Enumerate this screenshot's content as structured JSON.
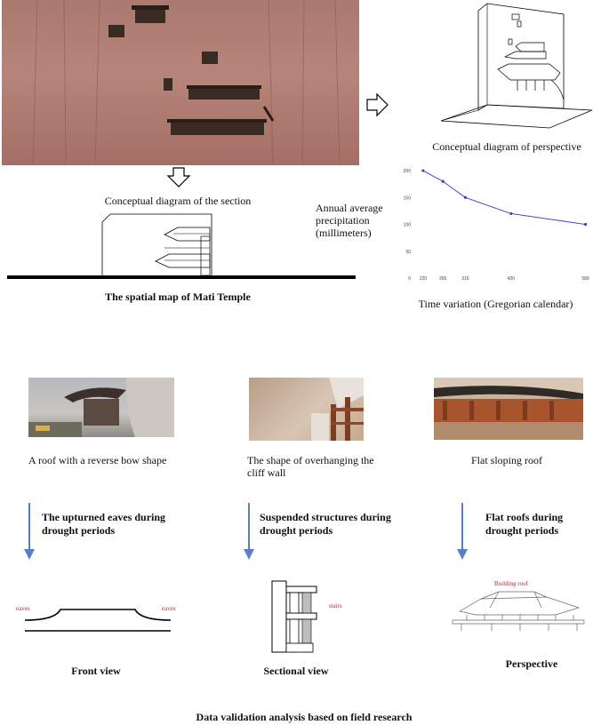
{
  "top": {
    "section_caption": "Conceptual diagram of the section",
    "perspective_caption": "Conceptual diagram of perspective",
    "spatial_map_caption": "The spatial map of Mati Temple"
  },
  "chart_data": {
    "type": "line",
    "title": "",
    "ylabel": "Annual average precipitation (millimeters)",
    "xlabel": "Time variation (Gregorian calendar)",
    "x": [
      220,
      265,
      316,
      420,
      589
    ],
    "values": [
      200,
      180,
      150,
      120,
      100
    ],
    "xticks": [
      "220",
      "265",
      "316",
      "420",
      "589"
    ],
    "yticks": [
      "0",
      "50",
      "100",
      "150",
      "200"
    ],
    "ylim": [
      0,
      210
    ],
    "xlim": [
      200,
      600
    ],
    "grid": false,
    "line_color": "#3b3bd6"
  },
  "cases": [
    {
      "caption": "A roof with a reverse bow shape",
      "finding": "The upturned eaves during drought periods",
      "view_label": "Front view",
      "annotation_left": "eaves",
      "annotation_right": "eaves"
    },
    {
      "caption": "The shape of overhanging the cliff wall",
      "finding": "Suspended structures during drought periods",
      "view_label": "Sectional view",
      "annotation": "stairs"
    },
    {
      "caption": "Flat sloping roof",
      "finding": "Flat roofs during drought periods",
      "view_label": "Perspective",
      "annotation": "Building roof"
    }
  ],
  "footer": {
    "caption": "Data validation analysis based on field research"
  },
  "colors": {
    "arrow_blue": "#5b7ec9",
    "annotation_red": "#a83232",
    "cliff": "#b0776d"
  }
}
